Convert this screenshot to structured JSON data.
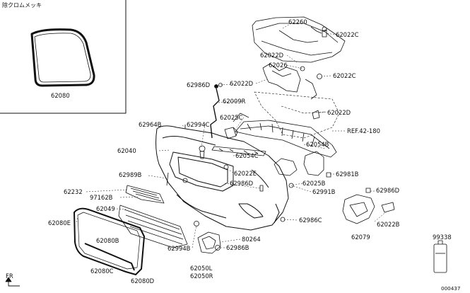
{
  "header": {
    "note": "除クロムメッキ"
  },
  "inset": {
    "part": "62080"
  },
  "parts": {
    "p62260": "62260",
    "p62022c_top": "62022C",
    "p62022d_a": "62022D",
    "p62026": "62026",
    "p62022c_mid": "62022C",
    "p62986d_a": "62986D",
    "p62022d_b": "62022D",
    "p62009r": "62009R",
    "p62022d_c": "62022D",
    "p62025c": "62025C",
    "p62964b": "62964B",
    "p62994c": "62994C",
    "ref": "REF.42-180",
    "p62054b": "62054B",
    "p62040": "62040",
    "p62054c": "62054C",
    "p62022e": "62022E",
    "p62981b": "62981B",
    "p62989b": "62989B",
    "p62986d_b": "62986D",
    "p62025b": "62025B",
    "p62232": "62232",
    "p97162b": "97162B",
    "p62991b": "62991B",
    "p62986d_c": "62986D",
    "p62049": "62049",
    "p62080e": "62080E",
    "p62986c": "62986C",
    "p62022b": "62022B",
    "p62080b": "62080B",
    "p80264": "80264",
    "p62994b": "62994B",
    "p62986b": "62986B",
    "p62079": "62079",
    "p99338": "99338",
    "p62080c": "62080C",
    "p62050l": "62050L",
    "p62050r": "62050R",
    "p62080d": "62080D"
  },
  "footer": {
    "fr": "FR",
    "code": "000437"
  }
}
